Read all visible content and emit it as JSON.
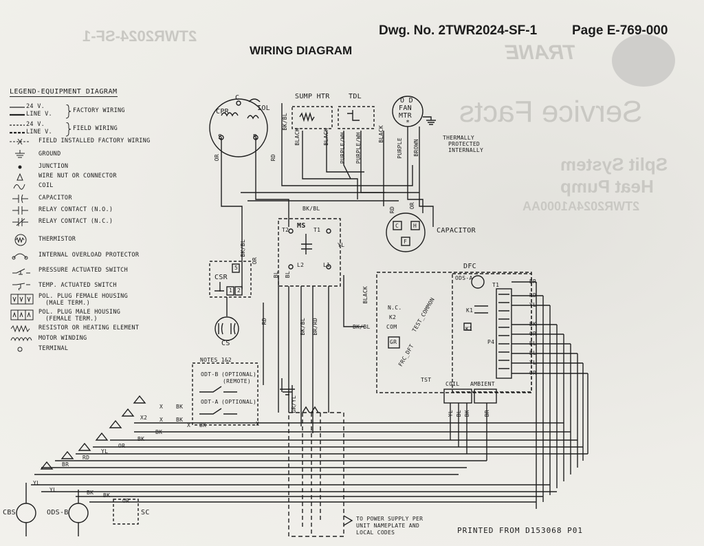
{
  "header": {
    "dwg": "Dwg. No. 2TWR2024-SF-1",
    "page": "Page E-769-000",
    "title": "WIRING DIAGRAM",
    "footer": "PRINTED FROM D153068 P01"
  },
  "legend": {
    "title": "LEGEND-EQUIPMENT DIAGRAM",
    "factory_24v": "24 V.",
    "factory_line": "LINE V.",
    "factory_label": "FACTORY WIRING",
    "field_24v": "24 V.",
    "field_line": "LINE V.",
    "field_label": "FIELD WIRING",
    "items": [
      "FIELD INSTALLED FACTORY WIRING",
      "GROUND",
      "JUNCTION",
      "WIRE NUT OR CONNECTOR",
      "COIL",
      "CAPACITOR",
      "RELAY CONTACT (N.O.)",
      "RELAY CONTACT (N.C.)",
      "THERMISTOR",
      "INTERNAL OVERLOAD PROTECTOR",
      "PRESSURE ACTUATED SWITCH",
      "TEMP. ACTUATED SWITCH",
      "POL. PLUG FEMALE HOUSING",
      "(MALE TERM.)",
      "POL. PLUG MALE HOUSING",
      "(FEMALE TERM.)",
      "RESISTOR OR HEATING ELEMENT",
      "MOTOR WINDING",
      "TERMINAL"
    ]
  },
  "components": {
    "cpr": "CPR",
    "c": "C",
    "s": "S",
    "r": "R",
    "iol": "IOL",
    "sump": "SUMP HTR",
    "tdl": "TDL",
    "od": "O D",
    "fan": "FAN",
    "mtr": "MTR",
    "star": "*",
    "thermal": [
      "THERMALLY",
      "PROTECTED",
      "INTERNALLY"
    ],
    "capacitor": "CAPACITOR",
    "cap_c": "C",
    "cap_h": "H",
    "cap_f": "F",
    "ms": "MS",
    "t1": "T1",
    "t2": "T2",
    "l1": "L1",
    "l2": "L2",
    "csr": "CSR",
    "cs": "CS",
    "csr5": "5",
    "csr1": "1",
    "csr2": "2",
    "dfc": "DFC",
    "ods_a": "ODS-A",
    "k1": "K1",
    "k1b": "K1",
    "p4": "P4",
    "nc": "N.C.",
    "k2": "K2",
    "com": "COM",
    "gr": "GR",
    "test_common": "TEST_COMMON",
    "frc_dft": "FRC_DFT",
    "tst": "TST",
    "coil": "COIL",
    "ambient": "AMBIENT",
    "notes": "NOTES 1&2",
    "odt_b": "ODT-B",
    "optional_remote": "(OPTIONAL)",
    "remote": "(REMOTE)",
    "odt_a": "ODT-A",
    "optional": "(OPTIONAL)",
    "x2": "X2",
    "cbs": "CBS",
    "ods_b": "ODS-B",
    "sc": "SC",
    "power_note": [
      "TO POWER SUPPLY PER",
      "UNIT NAMEPLATE AND",
      "LOCAL CODES"
    ]
  },
  "wire_labels": {
    "bk_bl_top": "BK/BL",
    "black1": "BLACK",
    "black2": "BLACK",
    "black3": "BLACK",
    "purple_wh1": "PURPLE/WH",
    "purple_wh2": "PURPLE/WH",
    "purple": "PURPLE",
    "brown": "BROWN",
    "or1": "OR",
    "rd1": "RD",
    "bk_bl_ms": "BK/BL",
    "bk_bl_left": "BK/BL",
    "yl": "YL",
    "or2": "OR",
    "bl1": "BL",
    "bl2": "BL",
    "rd2": "RD",
    "or3": "OR",
    "rd_cap": "RD",
    "bk_bl_low": "BK/BL",
    "br_rd_low": "BR/RD",
    "black_k2": "BLACK",
    "bk_bl_k2": "BK/BL",
    "rd3": "RD",
    "gr_yl": "GR/YL",
    "dfc_br": "BR",
    "dfc_rd": "RD",
    "dfc_yl": "YL",
    "dfc_bk": "BK",
    "dfc_or": "OR",
    "dfc_bl1": "BL",
    "dfc_bl2": "BL",
    "dfc_yl2": "YL",
    "dfc_or2": "OR",
    "coil_yl": "YL",
    "coil_bl": "BL",
    "coil_bk": "BK",
    "amb_br": "BR",
    "bk1": "BK",
    "bk2": "BK",
    "bk3": "BK",
    "bk4": "BK",
    "bk5": "BK",
    "or4": "OR",
    "rd4": "RD",
    "yl4": "YL",
    "br4": "BR",
    "cbs_yl1": "YL",
    "cbs_yl2": "YL",
    "cbs_bk1": "BK",
    "cbs_bk2": "BK",
    "cbs_or": "OR",
    "x_a": "X",
    "x_b": "X",
    "x_c": "X",
    "x_d": "X"
  },
  "background": {
    "brand": "TRANE",
    "title": "Service Facts",
    "sub1": "Split System",
    "sub2": "Heat Pump",
    "model": "2TWR2024A1000AA",
    "ghost_dwg": "2TWR2024-SF-1"
  }
}
